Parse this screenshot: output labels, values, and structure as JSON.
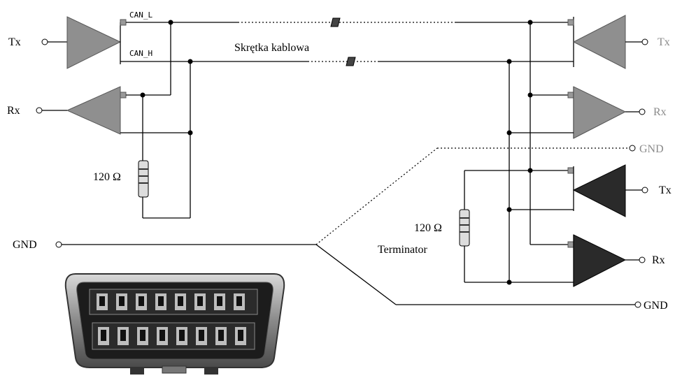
{
  "left_node": {
    "tx_label": "Tx",
    "rx_label": "Rx",
    "resistor_label": "120 Ω",
    "gnd_label": "GND"
  },
  "bus": {
    "can_l_label": "CAN_L",
    "can_h_label": "CAN_H",
    "cable_label": "Skrętka kablowa"
  },
  "right_node": {
    "tx_grey_label": "Tx",
    "rx_grey_label": "Rx",
    "gnd_grey_label": "GND",
    "tx_dark_label": "Tx",
    "rx_dark_label": "Rx",
    "resistor_label": "120 Ω",
    "terminator_label": "Terminator",
    "gnd_label": "GND"
  },
  "colors": {
    "inactive_amplifier": "#8f8f8f",
    "active_amplifier": "#2a2a2a",
    "inactive_label": "#8a8a8a",
    "wire": "#000000"
  }
}
